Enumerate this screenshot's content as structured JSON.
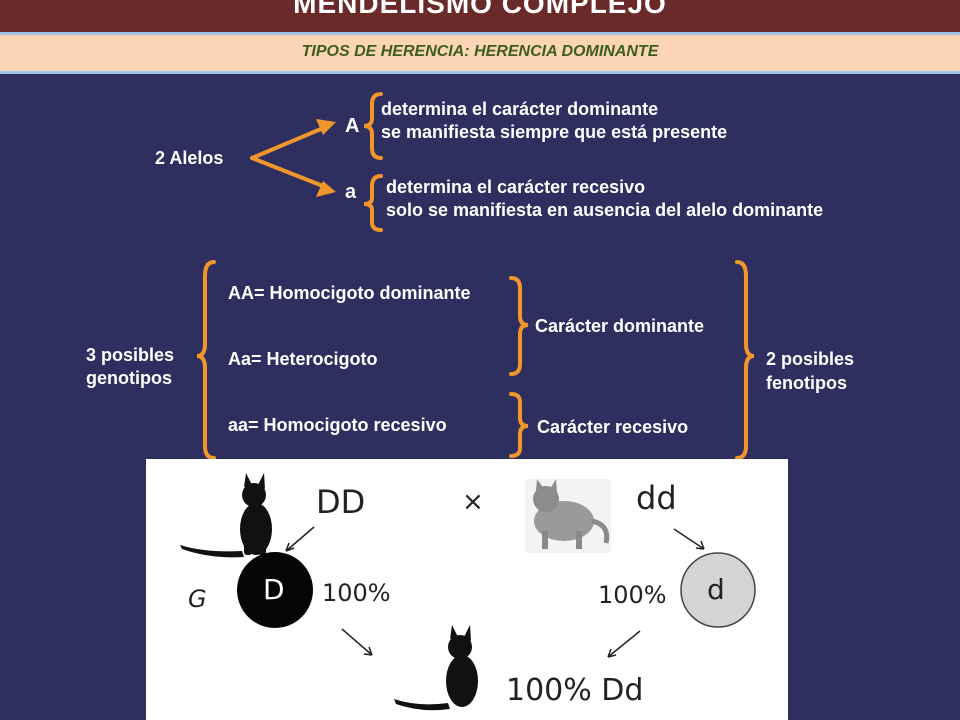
{
  "header": {
    "title": "MENDELISMO COMPLEJO",
    "subtitle": "TIPOS DE HERENCIA: HERENCIA DOMINANTE"
  },
  "alleles": {
    "label": "2 Alelos",
    "dominant": {
      "symbol": "A",
      "line1": "determina el carácter dominante",
      "line2": "se manifiesta siempre que está presente"
    },
    "recessive": {
      "symbol": "a",
      "line1": "determina el carácter recesivo",
      "line2": "solo se manifiesta en ausencia del alelo dominante"
    }
  },
  "genotypes": {
    "label_line1": "3 posibles",
    "label_line2": "genotipos",
    "items": [
      "AA= Homocigoto dominante",
      "Aa= Heterocigoto",
      "aa= Homocigoto recesivo"
    ],
    "phenotype_dominant": "Carácter dominante",
    "phenotype_recessive": "Carácter recesivo",
    "phenotypes_label_line1": "2 posibles",
    "phenotypes_label_line2": "fenotipos"
  },
  "cross": {
    "parent1_genotype": "DD",
    "cross_symbol": "×",
    "parent2_genotype": "dd",
    "gamete_label": "G",
    "gamete1": "D",
    "gamete1_pct": "100%",
    "gamete2_pct": "100%",
    "gamete2": "d",
    "offspring": "100% Dd"
  },
  "colors": {
    "background": "#2e2e5f",
    "accent_orange": "#f0962a",
    "title_bar": "#6b2a2a",
    "subtitle_bar": "#fbd5b5"
  }
}
